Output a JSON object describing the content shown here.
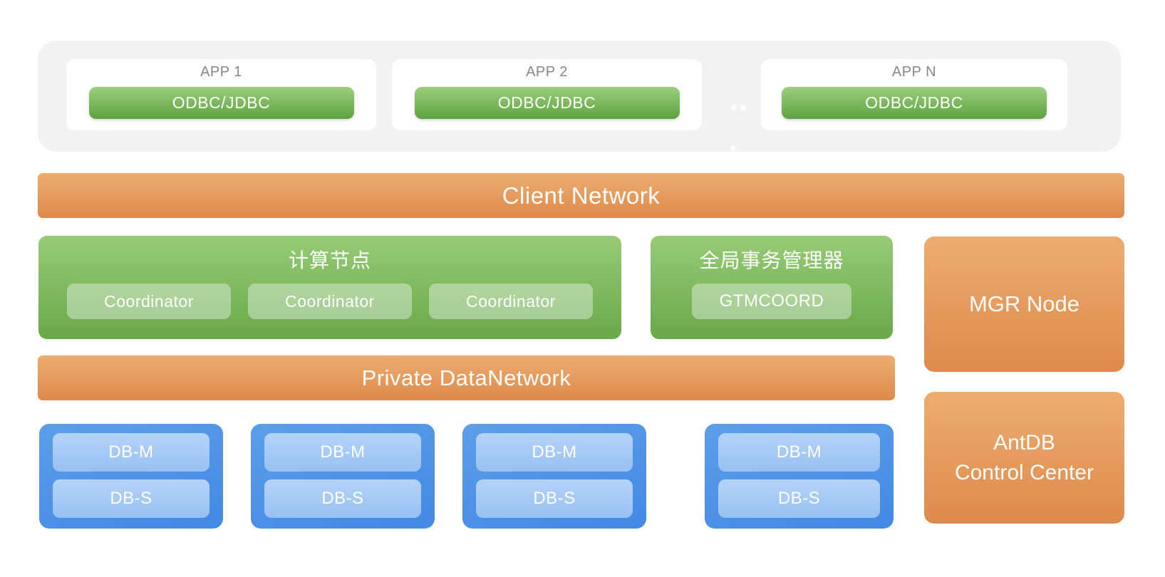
{
  "app_layer": {
    "cards": [
      {
        "title": "APP 1",
        "connector": "ODBC/JDBC"
      },
      {
        "title": "APP 2",
        "connector": "ODBC/JDBC"
      },
      {
        "title": "APP N",
        "connector": "ODBC/JDBC"
      }
    ]
  },
  "client_network": {
    "label": "Client Network"
  },
  "compute_node": {
    "title": "计算节点",
    "coordinators": [
      "Coordinator",
      "Coordinator",
      "Coordinator"
    ]
  },
  "gtm": {
    "title": "全局事务管理器",
    "node": "GTMCOORD"
  },
  "mgr_node": {
    "label": "MGR Node"
  },
  "private_network": {
    "label": "Private DataNetwork"
  },
  "data_node_groups": [
    {
      "master": "DB-M",
      "standby": "DB-S"
    },
    {
      "master": "DB-M",
      "standby": "DB-S"
    },
    {
      "master": "DB-M",
      "standby": "DB-S"
    },
    {
      "master": "DB-M",
      "standby": "DB-S"
    }
  ],
  "control_center": {
    "line1": "AntDB",
    "line2": "Control Center"
  },
  "colors": {
    "orange_top": "#EDAD6F",
    "orange_bottom": "#DE8A4C",
    "green_top": "#97CB77",
    "green_bottom": "#68A94A",
    "blue_top": "#5C9EE9",
    "blue_bottom": "#4289E6",
    "panel_bg": "#F2F2F3",
    "card_bg": "#FFFFFF",
    "app_title_text": "#87878B",
    "text_on_color": "#FFFFFF"
  }
}
